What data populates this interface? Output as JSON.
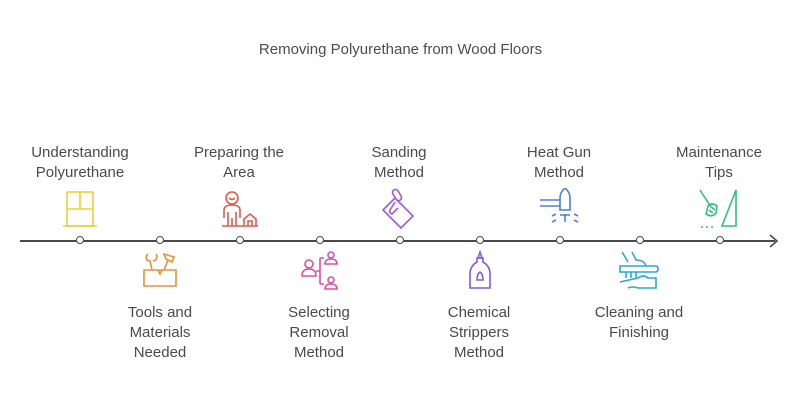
{
  "title": "Removing Polyurethane from Wood Floors",
  "steps": [
    {
      "label_line1": "Understanding",
      "label_line2": "Polyurethane",
      "label_line3": "",
      "position": "top",
      "icon": "window-icon",
      "color": "#e8d23a"
    },
    {
      "label_line1": "Tools and",
      "label_line2": "Materials",
      "label_line3": "Needed",
      "position": "bottom",
      "icon": "toolbox-icon",
      "color": "#e8913a"
    },
    {
      "label_line1": "Preparing the",
      "label_line2": "Area",
      "label_line3": "",
      "position": "top",
      "icon": "person-house-icon",
      "color": "#e05a4f"
    },
    {
      "label_line1": "Selecting",
      "label_line2": "Removal",
      "label_line3": "Method",
      "position": "bottom",
      "icon": "people-hierarchy-icon",
      "color": "#d94fa8"
    },
    {
      "label_line1": "Sanding",
      "label_line2": "Method",
      "label_line3": "",
      "position": "top",
      "icon": "sander-icon",
      "color": "#a05ad9"
    },
    {
      "label_line1": "Chemical",
      "label_line2": "Strippers",
      "label_line3": "Method",
      "position": "bottom",
      "icon": "bottle-icon",
      "color": "#7a5ee0"
    },
    {
      "label_line1": "Heat Gun",
      "label_line2": "Method",
      "label_line3": "",
      "position": "top",
      "icon": "heat-gun-icon",
      "color": "#4a7fe0"
    },
    {
      "label_line1": "Cleaning and",
      "label_line2": "Finishing",
      "label_line3": "",
      "position": "bottom",
      "icon": "brush-cleaning-icon",
      "color": "#2aa8d6"
    },
    {
      "label_line1": "Maintenance",
      "label_line2": "Tips",
      "label_line3": "",
      "position": "top",
      "icon": "broom-icon",
      "color": "#2fc07a"
    }
  ]
}
